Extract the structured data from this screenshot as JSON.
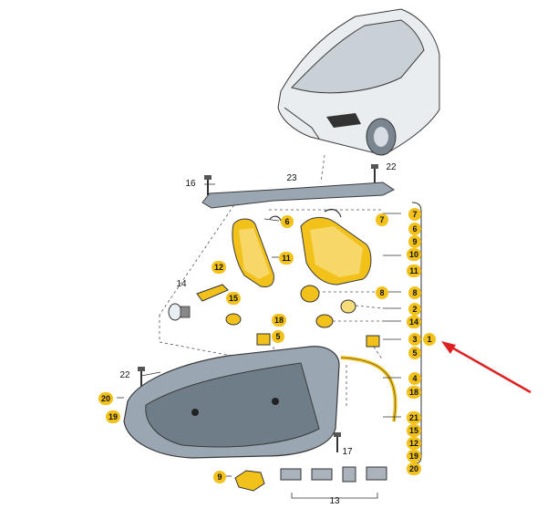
{
  "diagram": {
    "colors": {
      "part_yellow": "#f2c21b",
      "part_yellow_light": "#f6dc7a",
      "housing_grey": "#9aa7b3",
      "line": "#3a3a3a",
      "arrow": "#e02020",
      "car_grey": "#c9d0d6"
    },
    "labels": {
      "l16": "16",
      "l23": "23",
      "l22_top": "22",
      "l6_mid": "6",
      "l11_mid": "11",
      "l14": "14",
      "l12": "12",
      "l15": "15",
      "l8": "8",
      "l18_mid": "18",
      "l5_mid": "5",
      "l22_left": "22",
      "l20_left": "20",
      "l19_left": "19",
      "l9_bottom": "9",
      "l17": "17",
      "l13": "13",
      "r7": "7",
      "r6": "6",
      "r9": "9",
      "r10": "10",
      "r11": "11",
      "r8": "8",
      "r2": "2",
      "r14": "14",
      "r3": "3",
      "r1": "1",
      "r5": "5",
      "r4": "4",
      "r18": "18",
      "r21": "21",
      "r15": "15",
      "r12": "12",
      "r19": "19",
      "r20": "20"
    },
    "icons": [
      "red-pointer-arrow-icon",
      "bulb-icon",
      "screw-icon",
      "car-outline-icon"
    ]
  }
}
